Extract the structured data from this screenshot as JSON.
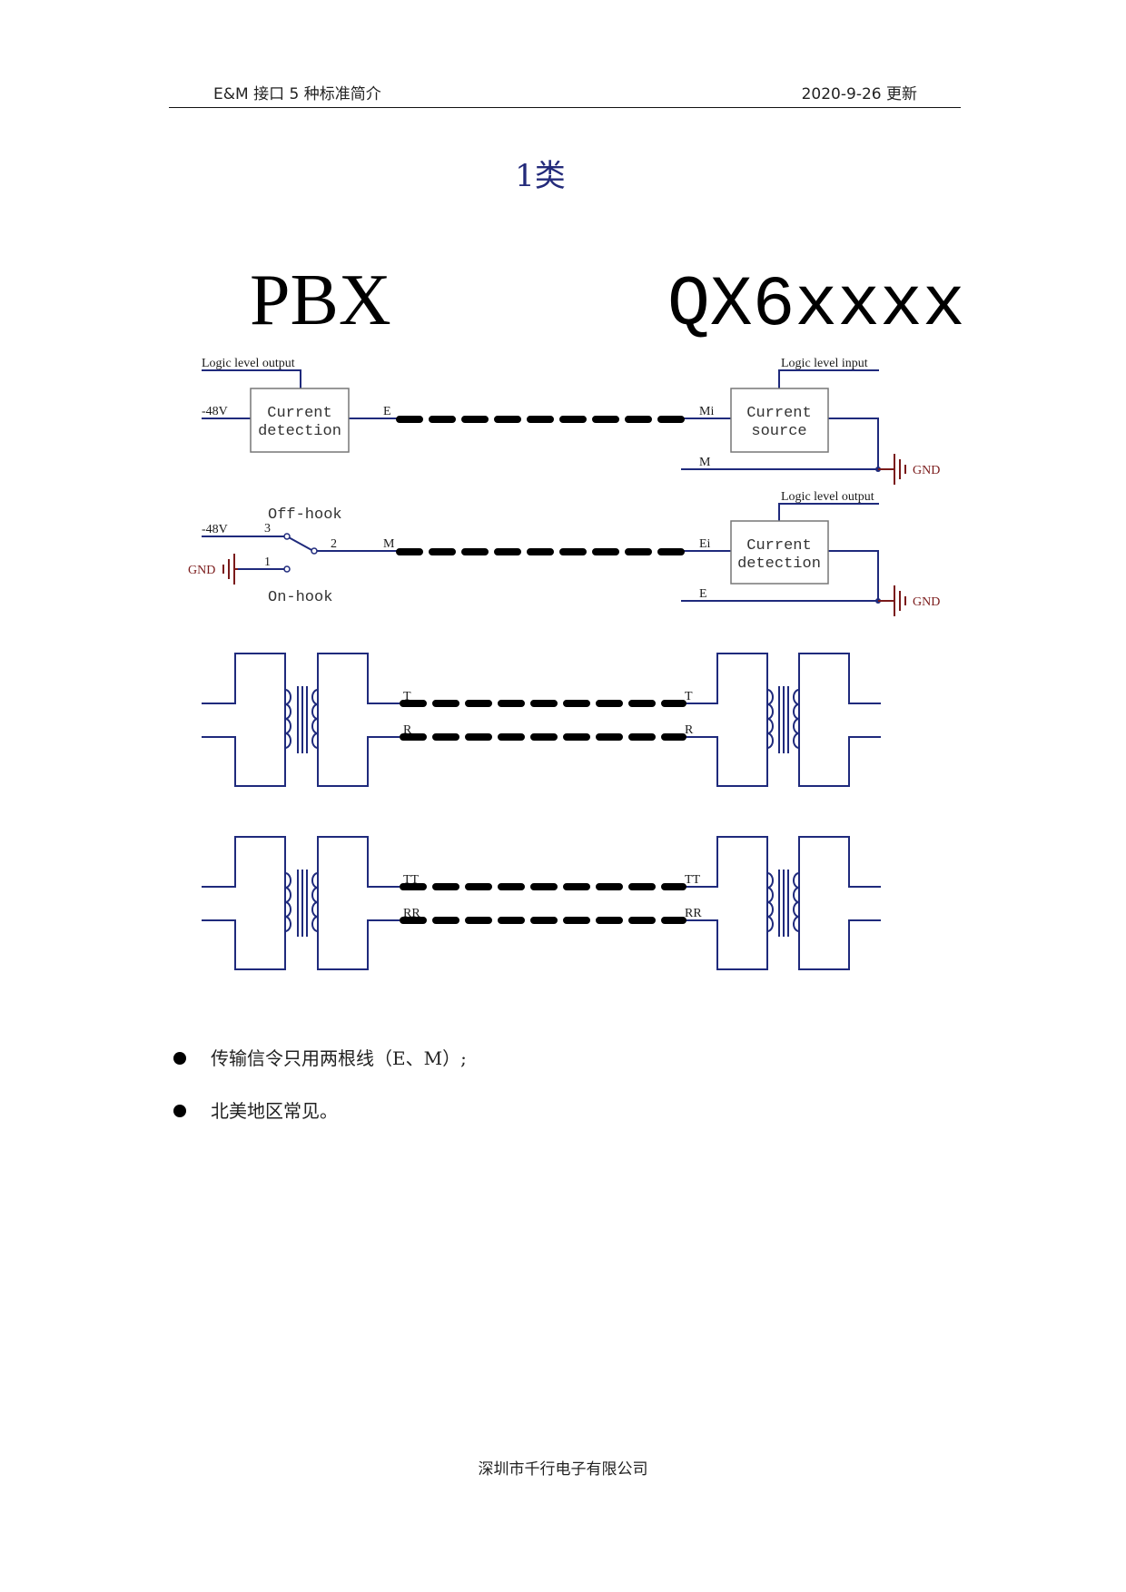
{
  "header": {
    "left": "E&M 接口 5 种标准简介",
    "right": "2020-9-26 更新"
  },
  "title": "1类",
  "diagram": {
    "left_device": "PBX",
    "right_device": "QX6xxxx",
    "labels": {
      "logic_out_pbx": "Logic level output",
      "logic_in": "Logic level input",
      "logic_out_qx": "Logic level output",
      "neg48_1": "-48V",
      "neg48_2": "-48V",
      "cd1_l1": "Current",
      "cd1_l2": "detection",
      "cs_l1": "Current",
      "cs_l2": "source",
      "cd2_l1": "Current",
      "cd2_l2": "detection",
      "e_pbx": "E",
      "mi": "Mi",
      "m_qx": "M",
      "m_pbx": "M",
      "ei": "Ei",
      "e_qx": "E",
      "gnd1": "GND",
      "gnd2": "GND",
      "gnd3": "GND",
      "offhook": "Off-hook",
      "onhook": "On-hook",
      "pin3": "3",
      "pin2": "2",
      "pin1": "1",
      "t_l": "T",
      "r_l": "R",
      "t_r": "T",
      "r_r": "R",
      "tt_l": "TT",
      "rr_l": "RR",
      "tt_r": "TT",
      "rr_r": "RR"
    }
  },
  "bullets": [
    "传输信令只用两根线（E、M）;",
    "北美地区常见。"
  ],
  "footer": "深圳市千行电子有限公司",
  "colors": {
    "wire": "#1f2a7c",
    "box": "#777777",
    "gnd": "#7a1a1a",
    "title": "#232a7a",
    "cable": "#000000"
  }
}
